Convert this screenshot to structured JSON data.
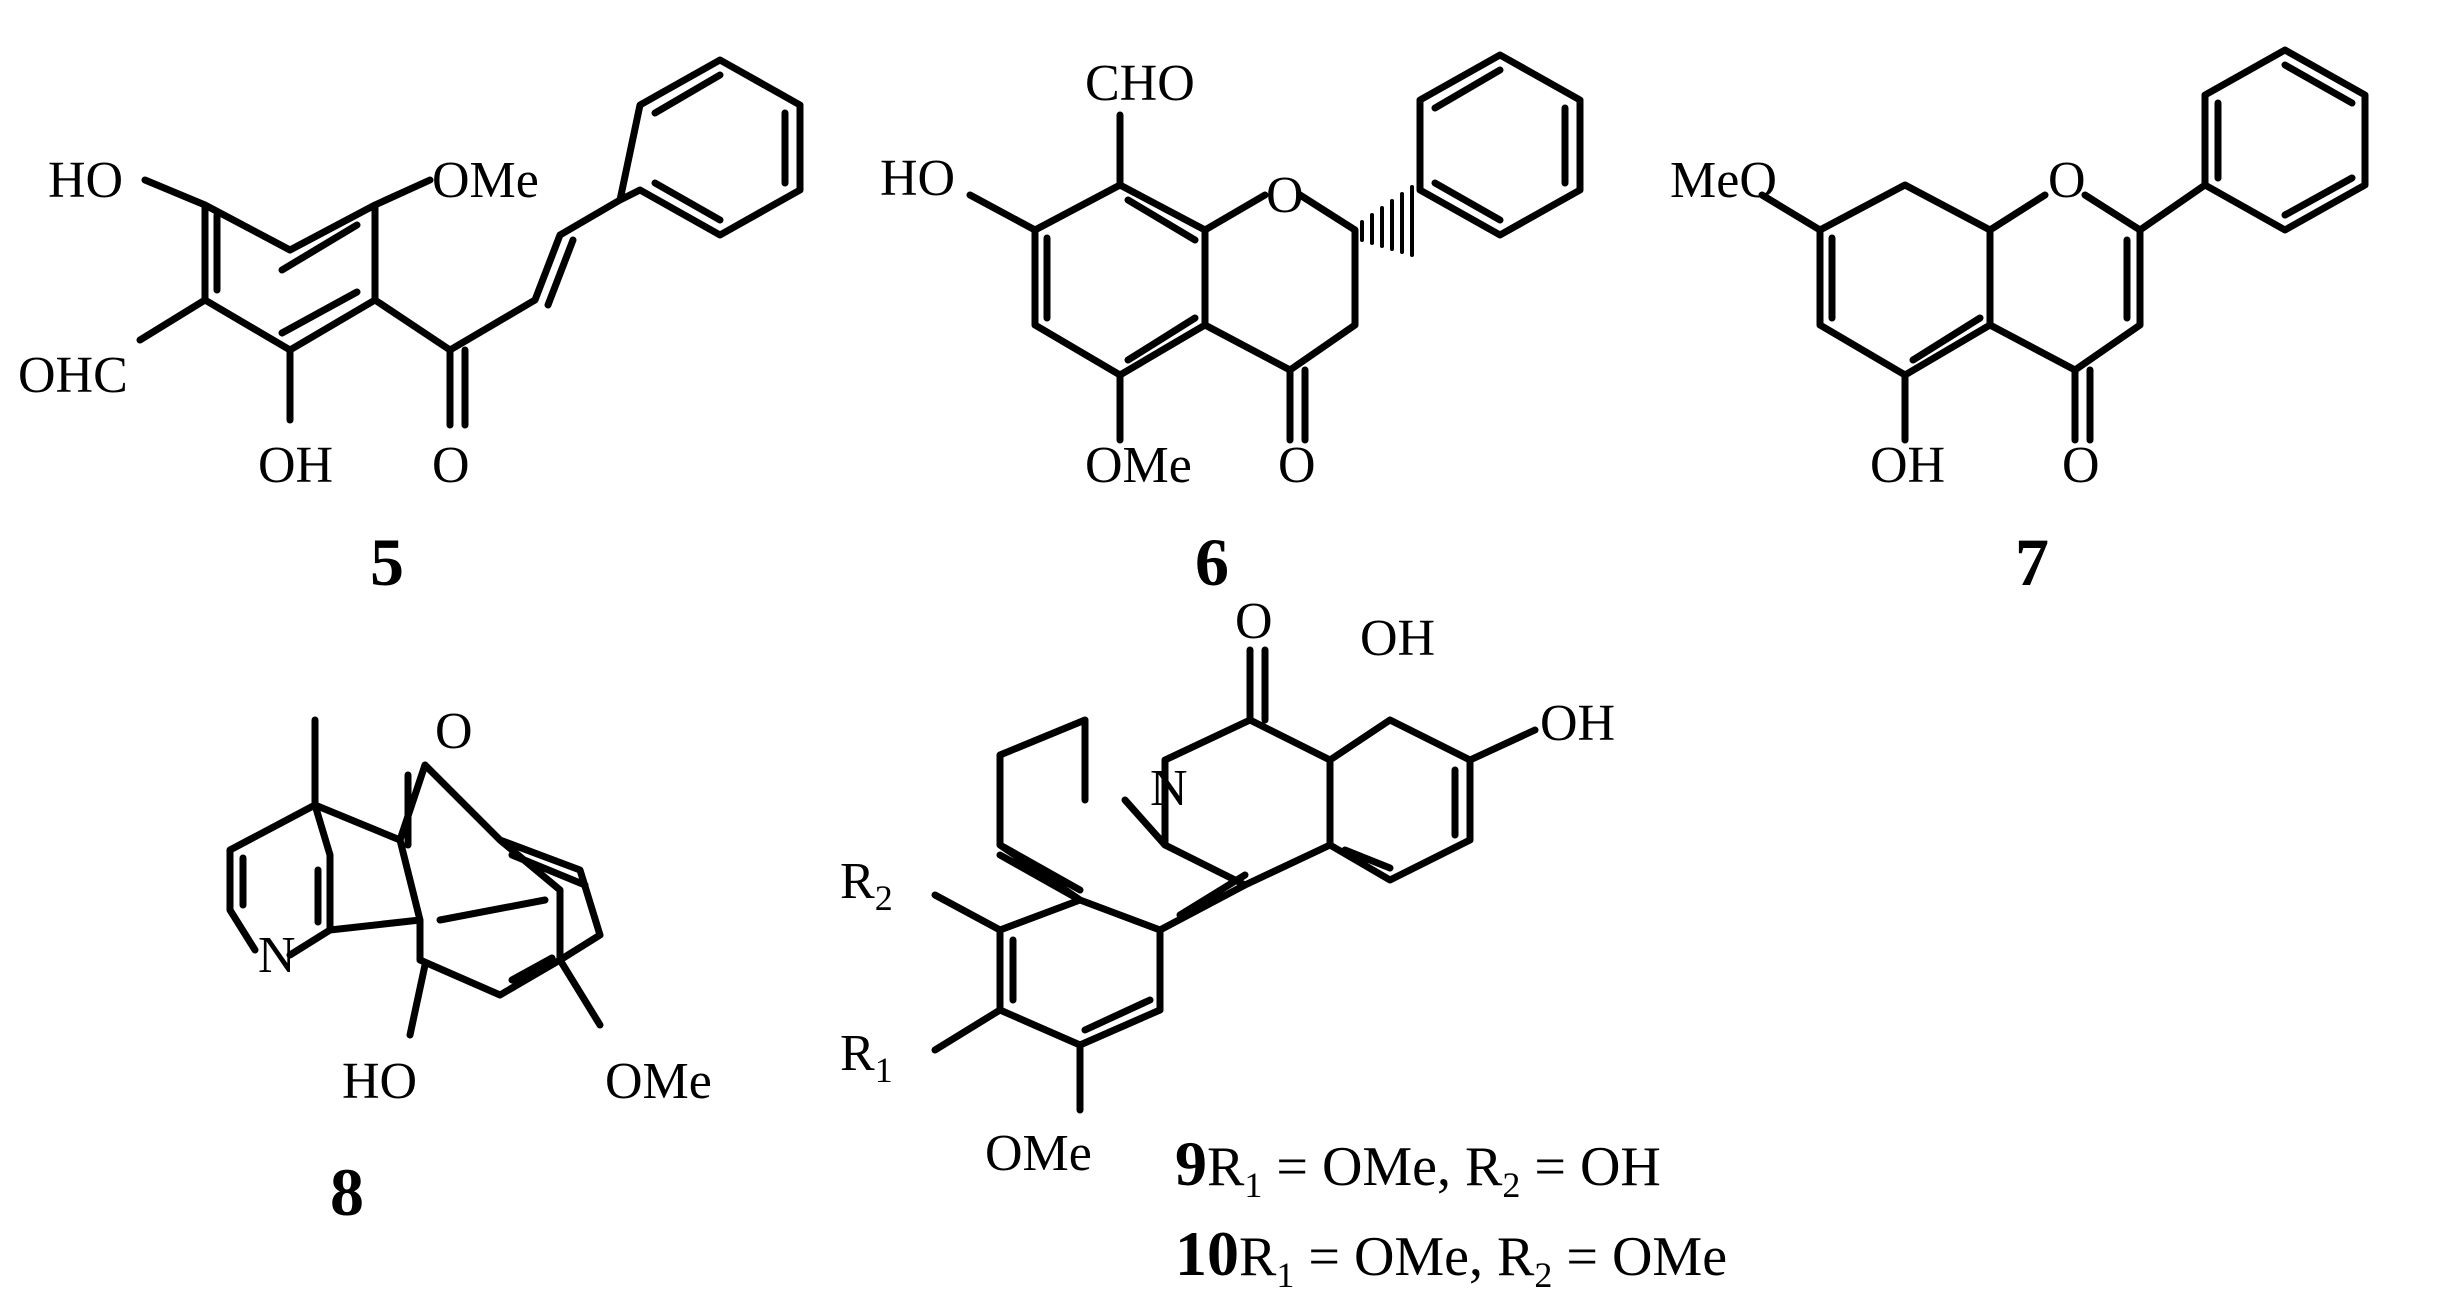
{
  "compounds": [
    {
      "number": "5",
      "labels": {
        "ho": "HO",
        "ome": "OMe",
        "ohc": "OHC",
        "oh": "OH",
        "o": "O"
      }
    },
    {
      "number": "6",
      "labels": {
        "cho": "CHO",
        "ho": "HO",
        "ring_o": "O",
        "ome": "OMe",
        "o": "O"
      }
    },
    {
      "number": "7",
      "labels": {
        "meo": "MeO",
        "ring_o": "O",
        "oh": "OH",
        "o": "O"
      }
    },
    {
      "number": "8",
      "labels": {
        "o": "O",
        "n": "N",
        "ho": "HO",
        "ome": "OMe"
      }
    },
    {
      "labels": {
        "o": "O",
        "oh1": "OH",
        "oh2": "OH",
        "n": "N",
        "r2": "R",
        "r2_sub": "2",
        "r1": "R",
        "r1_sub": "1",
        "ome": "OMe"
      }
    }
  ],
  "legend": [
    {
      "number": "9",
      "r1_sym": "R",
      "r1_sub": "1",
      "r1_val": " = OMe, ",
      "r2_sym": "R",
      "r2_sub": "2",
      "r2_val": " = OH"
    },
    {
      "number": "10",
      "r1_sym": "R",
      "r1_sub": "1",
      "r1_val": " = OMe, ",
      "r2_sym": "R",
      "r2_sub": "2",
      "r2_val": " = OMe"
    }
  ]
}
